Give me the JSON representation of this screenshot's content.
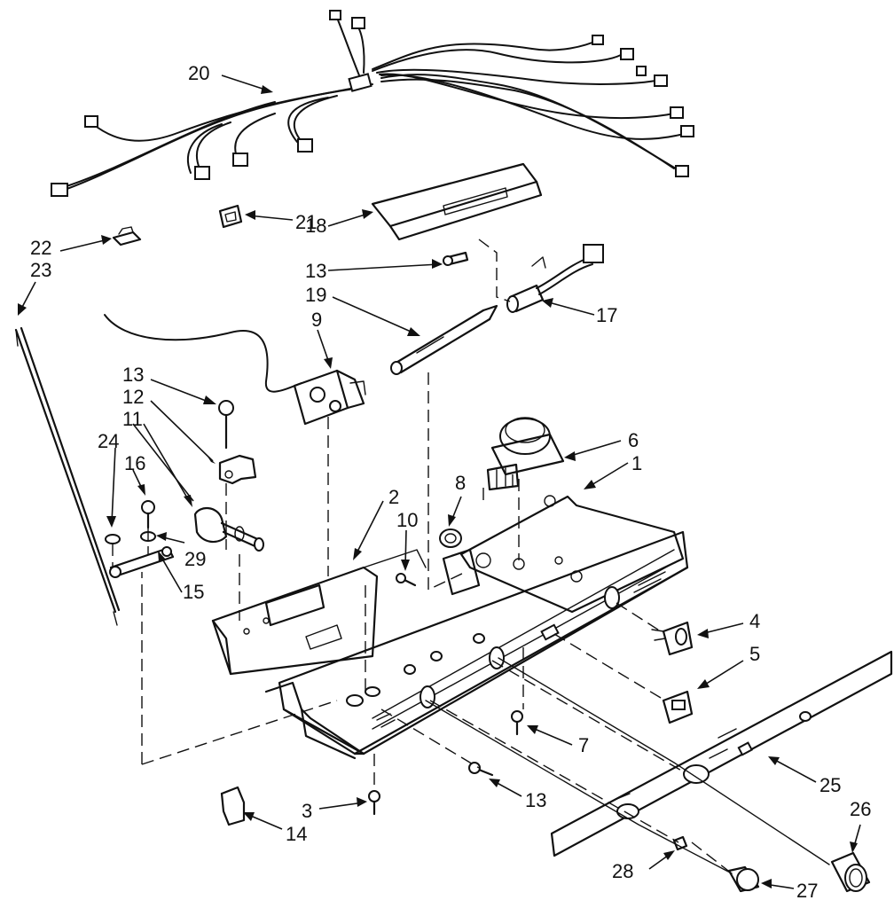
{
  "callouts": [
    {
      "id": "c20",
      "text": "20"
    },
    {
      "id": "c21",
      "text": "21"
    },
    {
      "id": "c22",
      "text": "22"
    },
    {
      "id": "c23",
      "text": "23"
    },
    {
      "id": "c18",
      "text": "18"
    },
    {
      "id": "c13a",
      "text": "13"
    },
    {
      "id": "c19",
      "text": "19"
    },
    {
      "id": "c17",
      "text": "17"
    },
    {
      "id": "c9",
      "text": "9"
    },
    {
      "id": "c13b",
      "text": "13"
    },
    {
      "id": "c12",
      "text": "12"
    },
    {
      "id": "c11",
      "text": "11"
    },
    {
      "id": "c24",
      "text": "24"
    },
    {
      "id": "c16",
      "text": "16"
    },
    {
      "id": "c29",
      "text": "29"
    },
    {
      "id": "c15",
      "text": "15"
    },
    {
      "id": "c6",
      "text": "6"
    },
    {
      "id": "c1",
      "text": "1"
    },
    {
      "id": "c8",
      "text": "8"
    },
    {
      "id": "c2",
      "text": "2"
    },
    {
      "id": "c10",
      "text": "10"
    },
    {
      "id": "c4",
      "text": "4"
    },
    {
      "id": "c5",
      "text": "5"
    },
    {
      "id": "c7",
      "text": "7"
    },
    {
      "id": "c13c",
      "text": "13"
    },
    {
      "id": "c3",
      "text": "3"
    },
    {
      "id": "c14",
      "text": "14"
    },
    {
      "id": "c25",
      "text": "25"
    },
    {
      "id": "c26",
      "text": "26"
    },
    {
      "id": "c28",
      "text": "28"
    },
    {
      "id": "c27",
      "text": "27"
    }
  ]
}
